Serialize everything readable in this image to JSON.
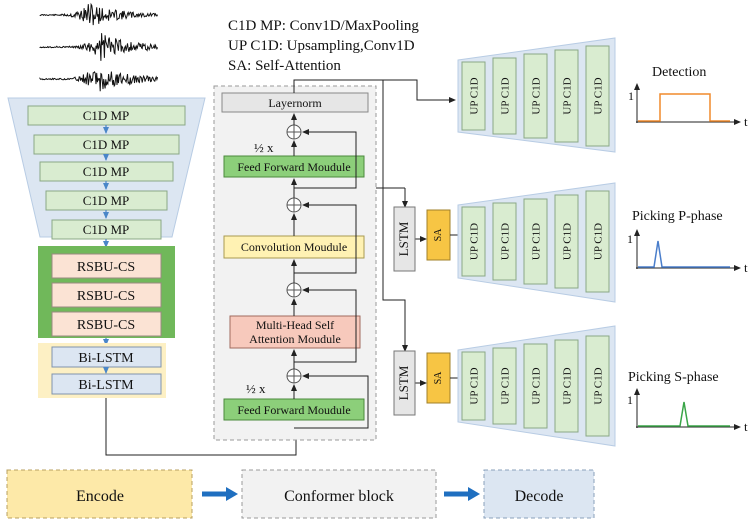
{
  "legend": {
    "line1": "C1D MP: Conv1D/MaxPooling",
    "line2": "UP C1D: Upsampling,Conv1D",
    "line3": "SA: Self-Attention"
  },
  "encoder": {
    "c1d_blocks": [
      "C1D MP",
      "C1D MP",
      "C1D MP",
      "C1D MP",
      "C1D MP"
    ],
    "rsbu_blocks": [
      "RSBU-CS",
      "RSBU-CS",
      "RSBU-CS"
    ],
    "bilstm_blocks": [
      "Bi-LSTM",
      "Bi-LSTM"
    ]
  },
  "conformer": {
    "layernorm": "Layernorm",
    "ffn_top": "Feed Forward Moudule",
    "conv": "Convolution Moudule",
    "mhsa_line1": "Multi-Head Self",
    "mhsa_line2": "Attention Moudule",
    "ffn_bottom": "Feed Forward Moudule",
    "half_top": "½ x",
    "half_bottom": "½ x"
  },
  "decoder": {
    "up_label": "UP C1D",
    "lstm_label": "LSTM",
    "sa_label": "SA"
  },
  "outputs": {
    "detection": "Detection",
    "p_phase": "Picking P-phase",
    "s_phase": "Picking S-phase",
    "axis_y": "1",
    "axis_x": "t"
  },
  "bottom_legend": {
    "encode": "Encode",
    "conformer": "Conformer block",
    "decode": "Decode"
  },
  "colors": {
    "encode_fill": "#fde9a8",
    "conformer_fill": "#f2f2f2",
    "decode_fill": "#dce6f2",
    "green_block": "#d9ecd0",
    "green_region": "#70b85a",
    "rsbu_fill": "#fbe3d4",
    "ffn_green": "#8ccf7a",
    "conv_yellow": "#fff2b3",
    "mhsa_pink": "#f7c9bc",
    "sa_orange": "#f7c544",
    "arrow_blue": "#1f6fc0",
    "detection_line": "#f08a2c",
    "p_line": "#4a7ecb",
    "s_line": "#3aa548"
  }
}
